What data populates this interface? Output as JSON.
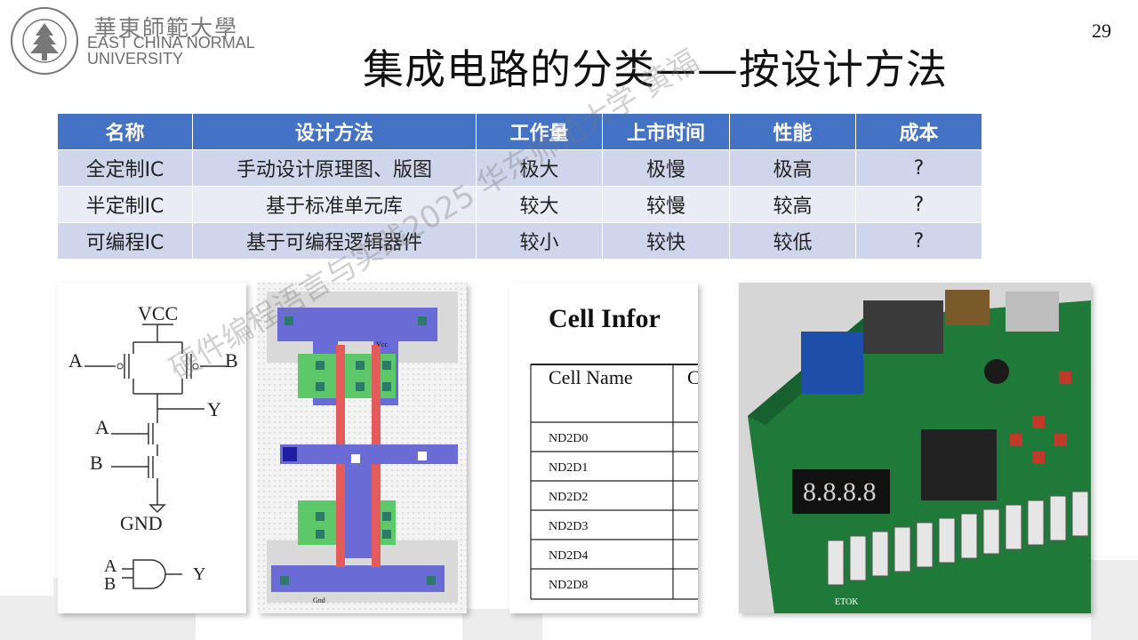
{
  "header": {
    "logo_cn": "華東師範大學",
    "logo_en_line1": "EAST CHINA NORMAL",
    "logo_en_line2": "UNIVERSITY",
    "page_number": "29",
    "title": "集成电路的分类——按设计方法"
  },
  "table": {
    "headers": [
      "名称",
      "设计方法",
      "工作量",
      "上市时间",
      "性能",
      "成本"
    ],
    "rows": [
      [
        "全定制IC",
        "手动设计原理图、版图",
        "极大",
        "极慢",
        "极高",
        "?"
      ],
      [
        "半定制IC",
        "基于标准单元库",
        "较大",
        "较慢",
        "较高",
        "?"
      ],
      [
        "可编程IC",
        "基于可编程逻辑器件",
        "较小",
        "较快",
        "较低",
        "?"
      ]
    ]
  },
  "schematic": {
    "vcc": "VCC",
    "a_top": "A",
    "b_top": "B",
    "y_out": "Y",
    "a_bottom": "A",
    "b_bottom": "B",
    "gnd": "GND",
    "gate_a": "A",
    "gate_b": "B",
    "gate_y": "Y"
  },
  "layout_panel": {
    "vcc_label": "Vcc",
    "gnd_label": "Gnd"
  },
  "cell_info": {
    "heading": "Cell Infor",
    "column_header": "Cell Name",
    "column_header2": "C",
    "cells": [
      "ND2D0",
      "ND2D1",
      "ND2D2",
      "ND2D3",
      "ND2D4",
      "ND2D8"
    ]
  },
  "fpga_board": {
    "display": "8.8.8.8",
    "brand": "ETOK"
  },
  "watermark": "硬件编程语言与实践2025 华东师范大学 黄福",
  "colors": {
    "header_blue": "#4472c4",
    "row_dark": "#cfd5ea",
    "row_light": "#e9ebf5",
    "pcb_green": "#1f7a3a"
  }
}
